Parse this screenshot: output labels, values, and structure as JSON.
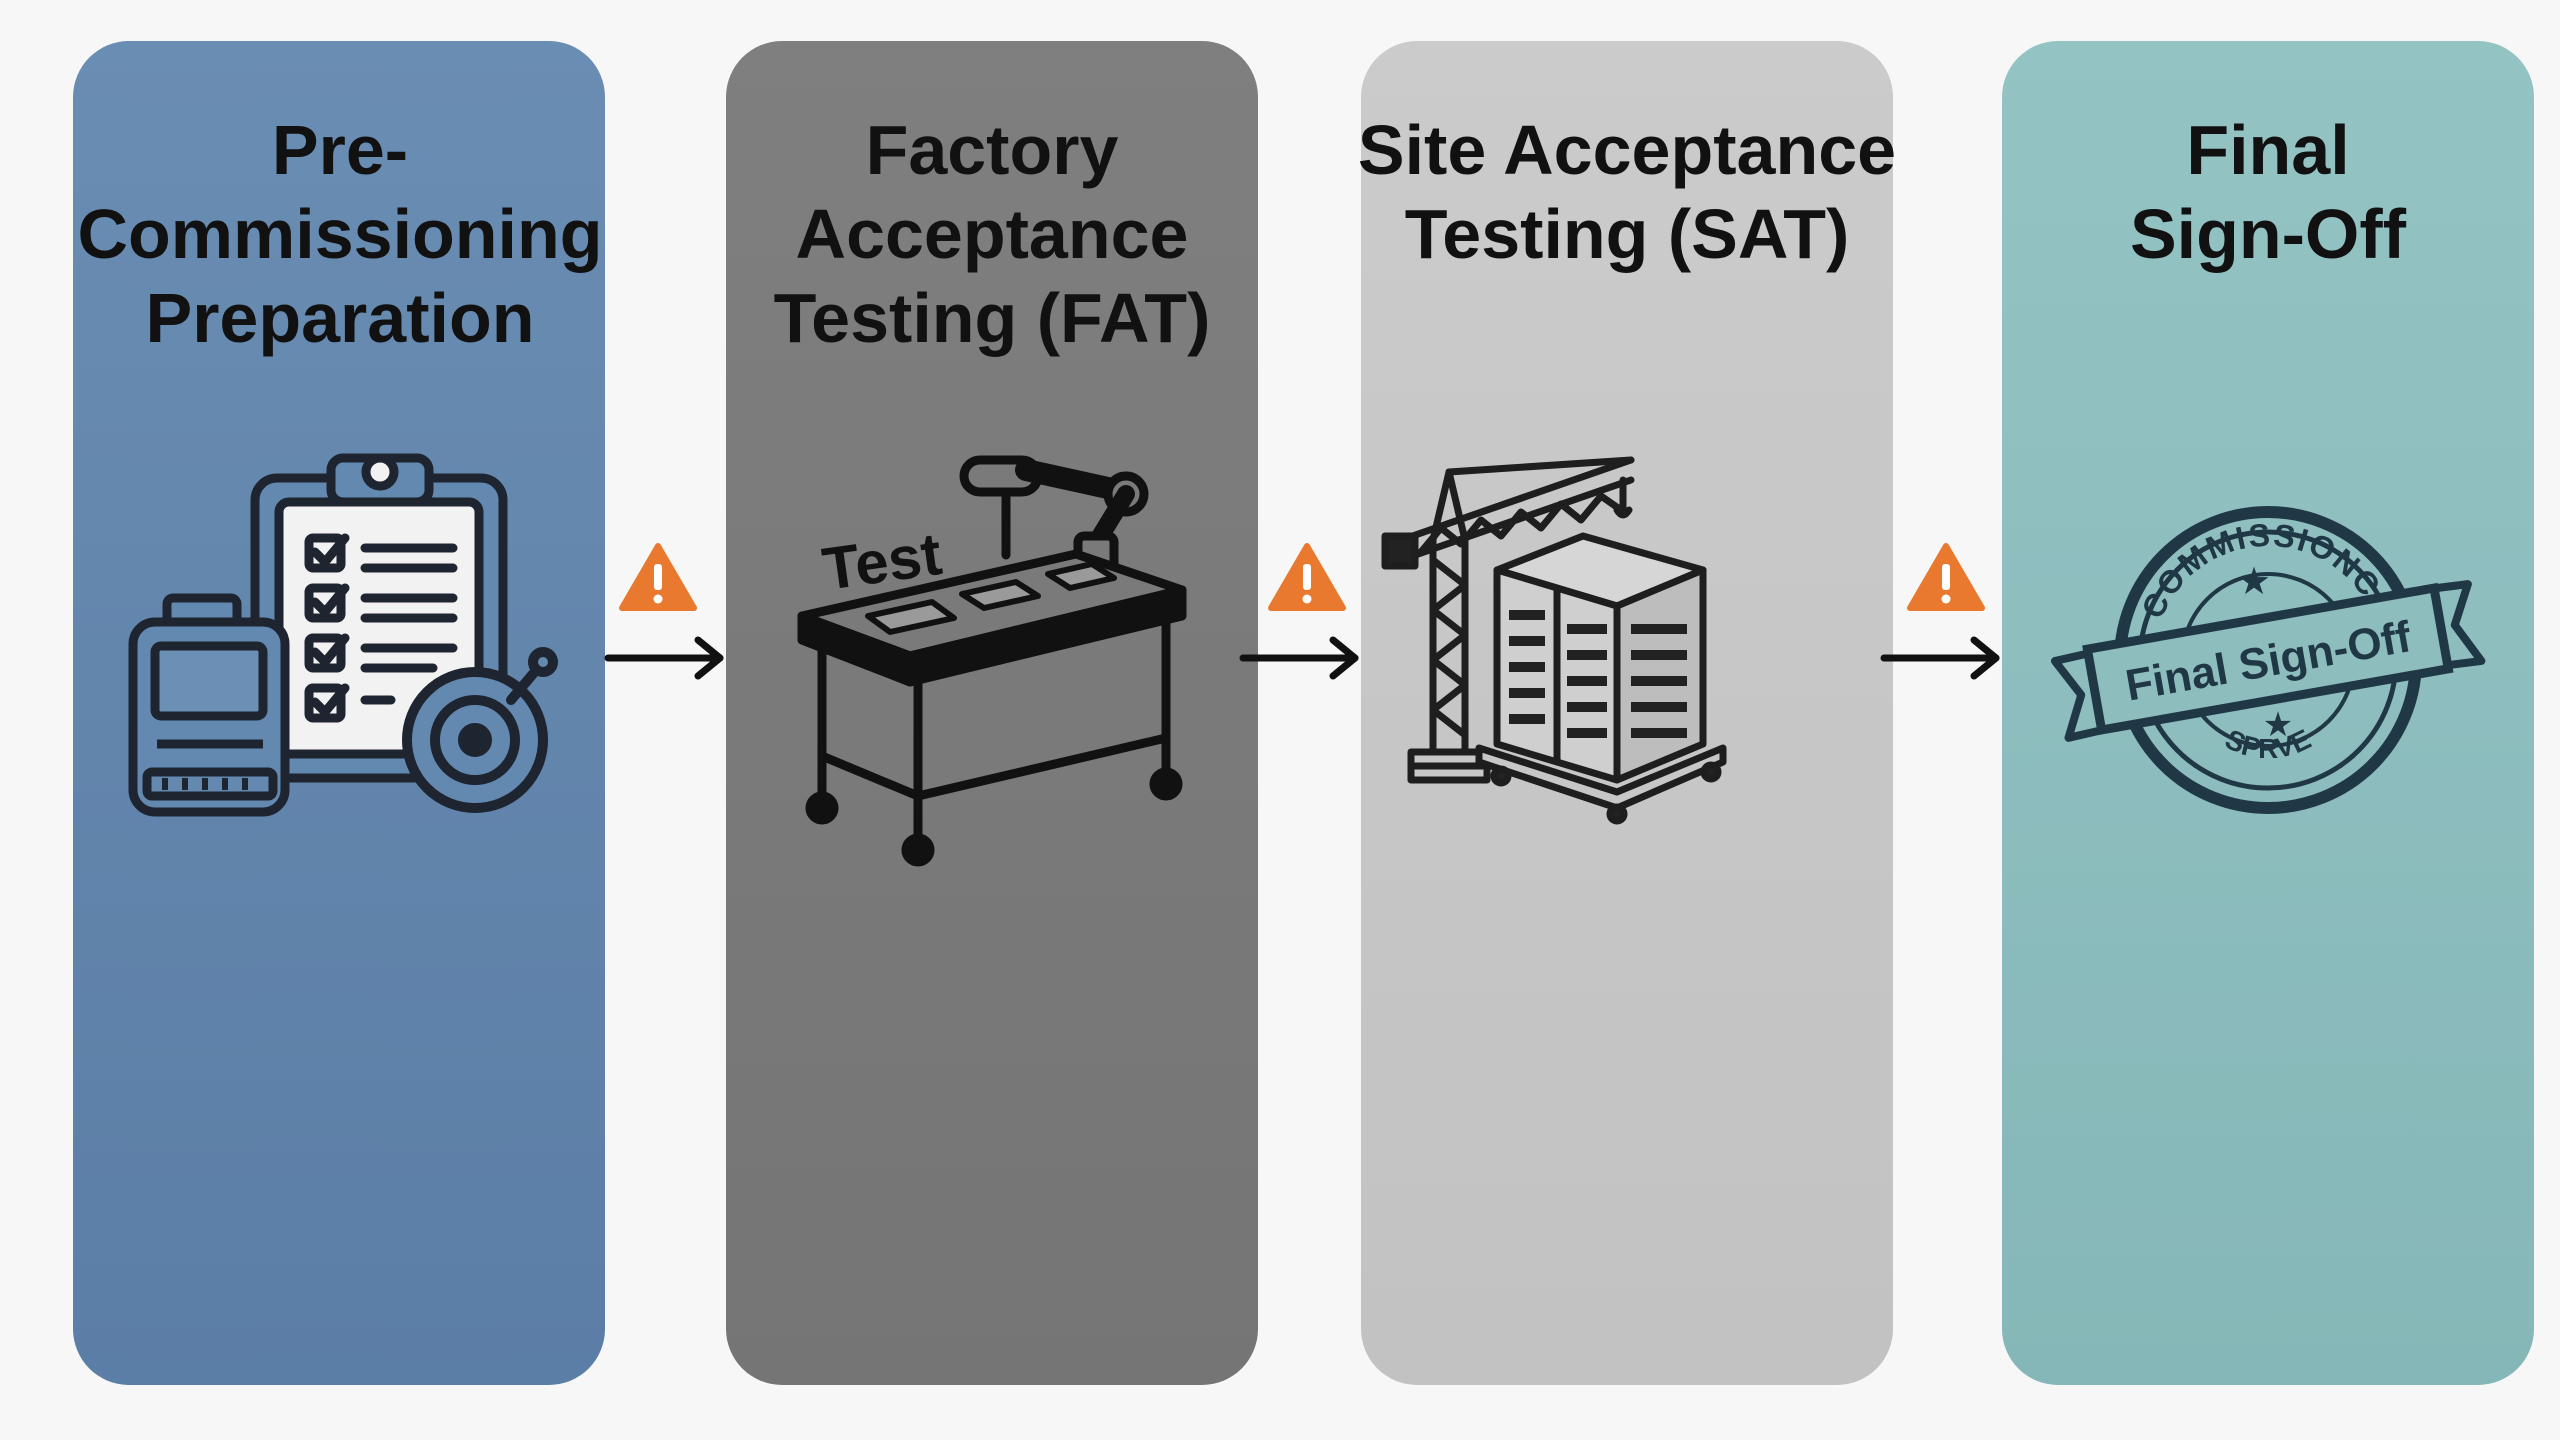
{
  "stages": [
    {
      "title": "Pre-Commissioning\nPreparation",
      "icon": "clipboard-checklist-icon",
      "color": "#6389b0"
    },
    {
      "title": "Factory\nAcceptance\nTesting (FAT)",
      "icon": "test-bench-robot-arm-icon",
      "color": "#7a7a7a",
      "icon_label": "Test"
    },
    {
      "title": "Site Acceptance\nTesting (SAT)",
      "icon": "crane-building-icon",
      "color": "#c7c7c7"
    },
    {
      "title": "Final\nSign-Off",
      "icon": "commissioning-stamp-icon",
      "color": "#8ebdbe",
      "stamp": {
        "top_text": "COMMISSIONCE",
        "ribbon_text": "Final Sign-Off",
        "bottom_text": "SPRVE"
      }
    }
  ],
  "connectors": [
    {
      "icon": "warning-triangle-icon",
      "color": "#e8792f"
    },
    {
      "icon": "warning-triangle-icon",
      "color": "#e8792f"
    },
    {
      "icon": "warning-triangle-icon",
      "color": "#e8792f"
    }
  ]
}
